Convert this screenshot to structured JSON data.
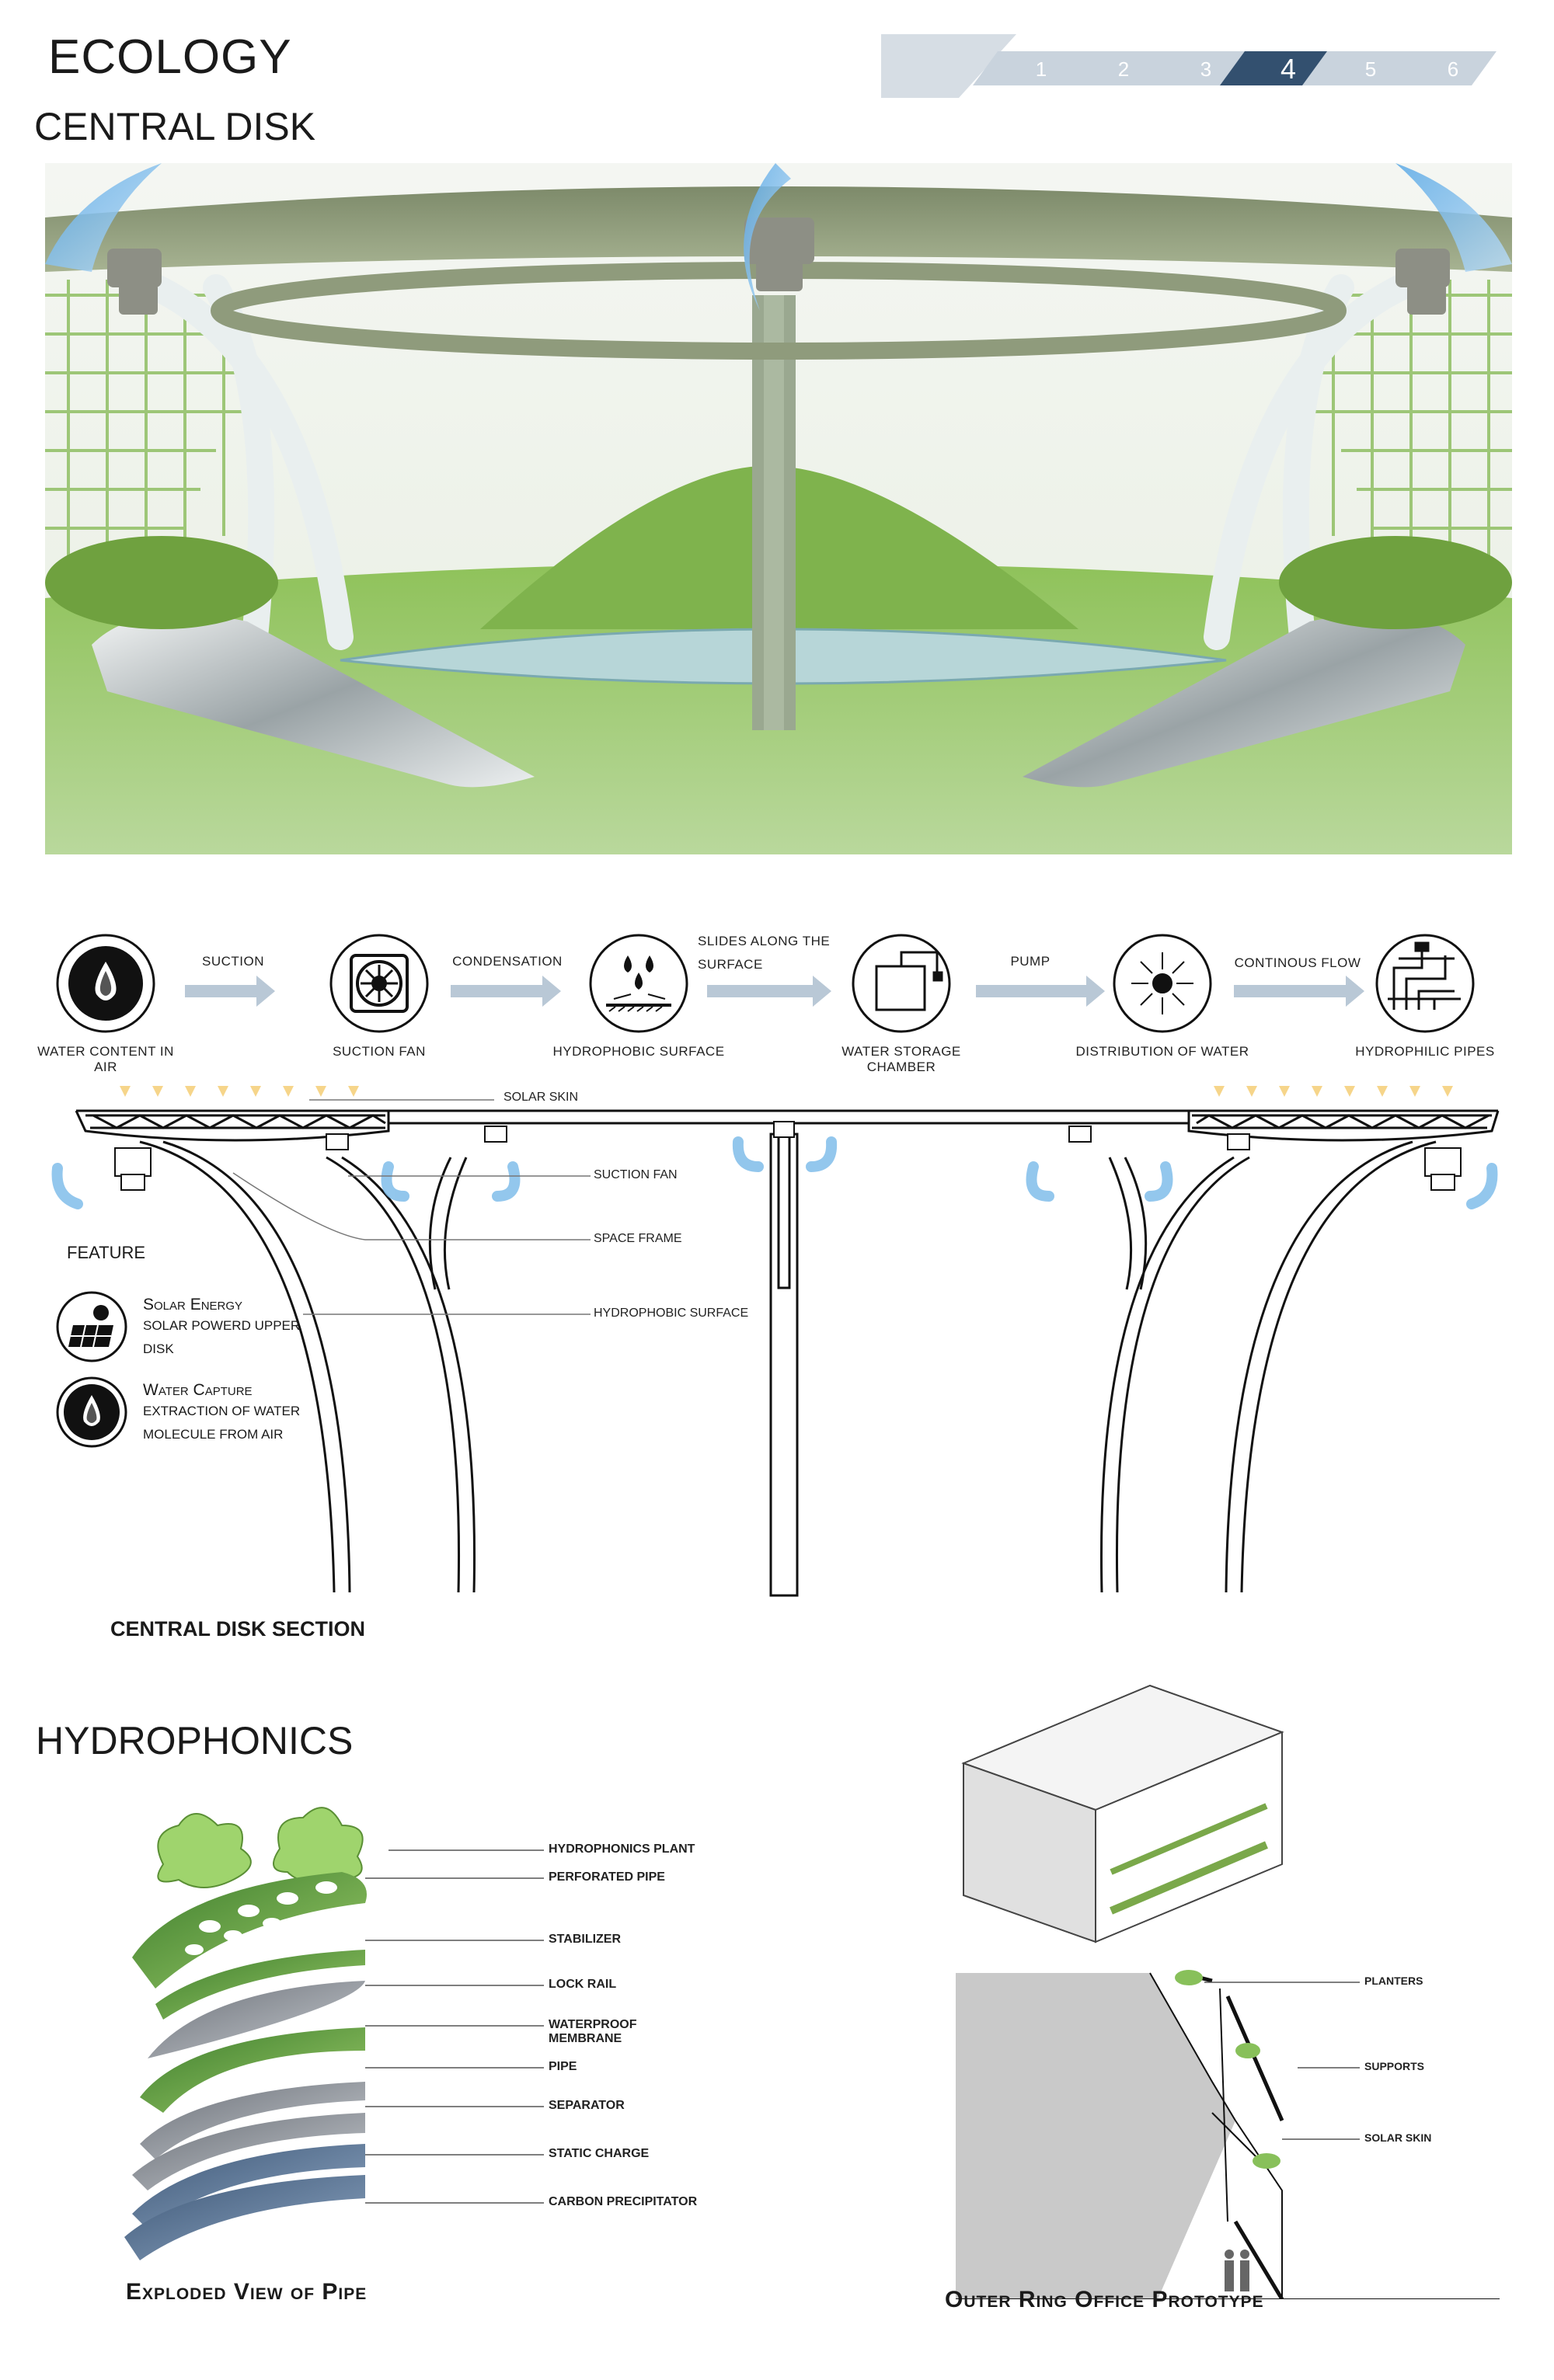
{
  "header": {
    "title": "ECOLOGY",
    "subtitle": "CENTRAL DISK",
    "steps": [
      "1",
      "2",
      "3",
      "4",
      "5",
      "6"
    ],
    "active_step": 4,
    "colors": {
      "active": "#33506f",
      "inactive": "#c9d3dd",
      "banner": "#d6dde4"
    }
  },
  "flow": {
    "nodes": [
      {
        "icon": "water-drop-icon",
        "label": "WATER CONTENT IN AIR"
      },
      {
        "icon": "fan-icon",
        "label": "SUCTION FAN"
      },
      {
        "icon": "hydrophobic-icon",
        "label": "HYDROPHOBIC SURFACE"
      },
      {
        "icon": "tank-icon",
        "label": "WATER STORAGE CHAMBER"
      },
      {
        "icon": "distribution-icon",
        "label": "DISTRIBUTION OF WATER"
      },
      {
        "icon": "pipes-icon",
        "label": "HYDROPHILIC PIPES"
      }
    ],
    "arrows": [
      {
        "label_1": "SUCTION",
        "label_2": ""
      },
      {
        "label_1": "CONDENSATION",
        "label_2": ""
      },
      {
        "label_1": "SLIDES ALONG THE",
        "label_2": "SURFACE"
      },
      {
        "label_1": "PUMP",
        "label_2": ""
      },
      {
        "label_1": "CONTINOUS FLOW",
        "label_2": ""
      }
    ]
  },
  "section": {
    "callouts": {
      "solar_skin": "SOLAR SKIN",
      "suction_fan": "SUCTION FAN",
      "space_frame": "SPACE FRAME",
      "hydrophobic_surface": "HYDROPHOBIC SURFACE"
    },
    "feature_heading": "FEATURE",
    "features": [
      {
        "icon": "solar-panel-icon",
        "title": "Solar Energy",
        "line_1": "SOLAR POWERD UPPER",
        "line_2": "DISK"
      },
      {
        "icon": "water-drop-icon",
        "title": "Water Capture",
        "line_1": "EXTRACTION OF WATER",
        "line_2": "MOLECULE FROM AIR"
      }
    ],
    "caption": "CENTRAL DISK SECTION"
  },
  "hydro": {
    "title": "HYDROPHONICS",
    "layers": [
      "HYDROPHONICS PLANT",
      "PERFORATED PIPE",
      "STABILIZER",
      "LOCK RAIL",
      "WATERPROOF MEMBRANE",
      "PIPE",
      "SEPARATOR",
      "STATIC CHARGE",
      "CARBON PRECIPITATOR"
    ],
    "exploded_caption": "Exploded View of Pipe",
    "office_callouts": [
      "PLANTERS",
      "SUPPORTS",
      "SOLAR SKIN"
    ],
    "office_caption": "Outer Ring Office Prototype"
  }
}
